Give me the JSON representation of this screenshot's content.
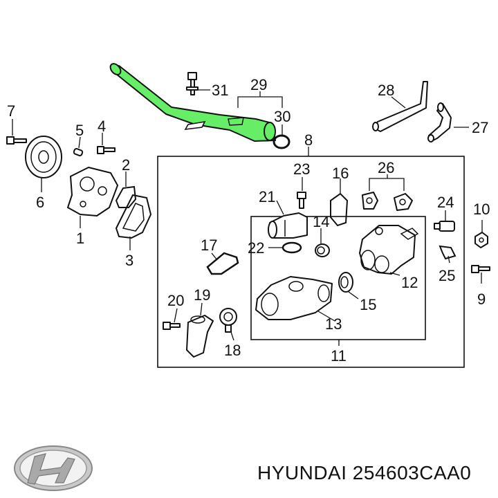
{
  "callouts": {
    "n1": "1",
    "n2": "2",
    "n3": "3",
    "n4": "4",
    "n5": "5",
    "n6": "6",
    "n7": "7",
    "n8": "8",
    "n9": "9",
    "n10": "10",
    "n11": "11",
    "n12": "12",
    "n13": "13",
    "n14": "14",
    "n15": "15",
    "n16": "16",
    "n17": "17",
    "n18": "18",
    "n19": "19",
    "n20": "20",
    "n21": "21",
    "n22": "22",
    "n23": "23",
    "n24": "24",
    "n25": "25",
    "n26": "26",
    "n27": "27",
    "n28": "28",
    "n29": "29",
    "n30": "30",
    "n31": "31"
  },
  "caption": "HYUNDAI 254603CAA0",
  "colors": {
    "highlight": "#66ee66",
    "line": "#111111"
  }
}
